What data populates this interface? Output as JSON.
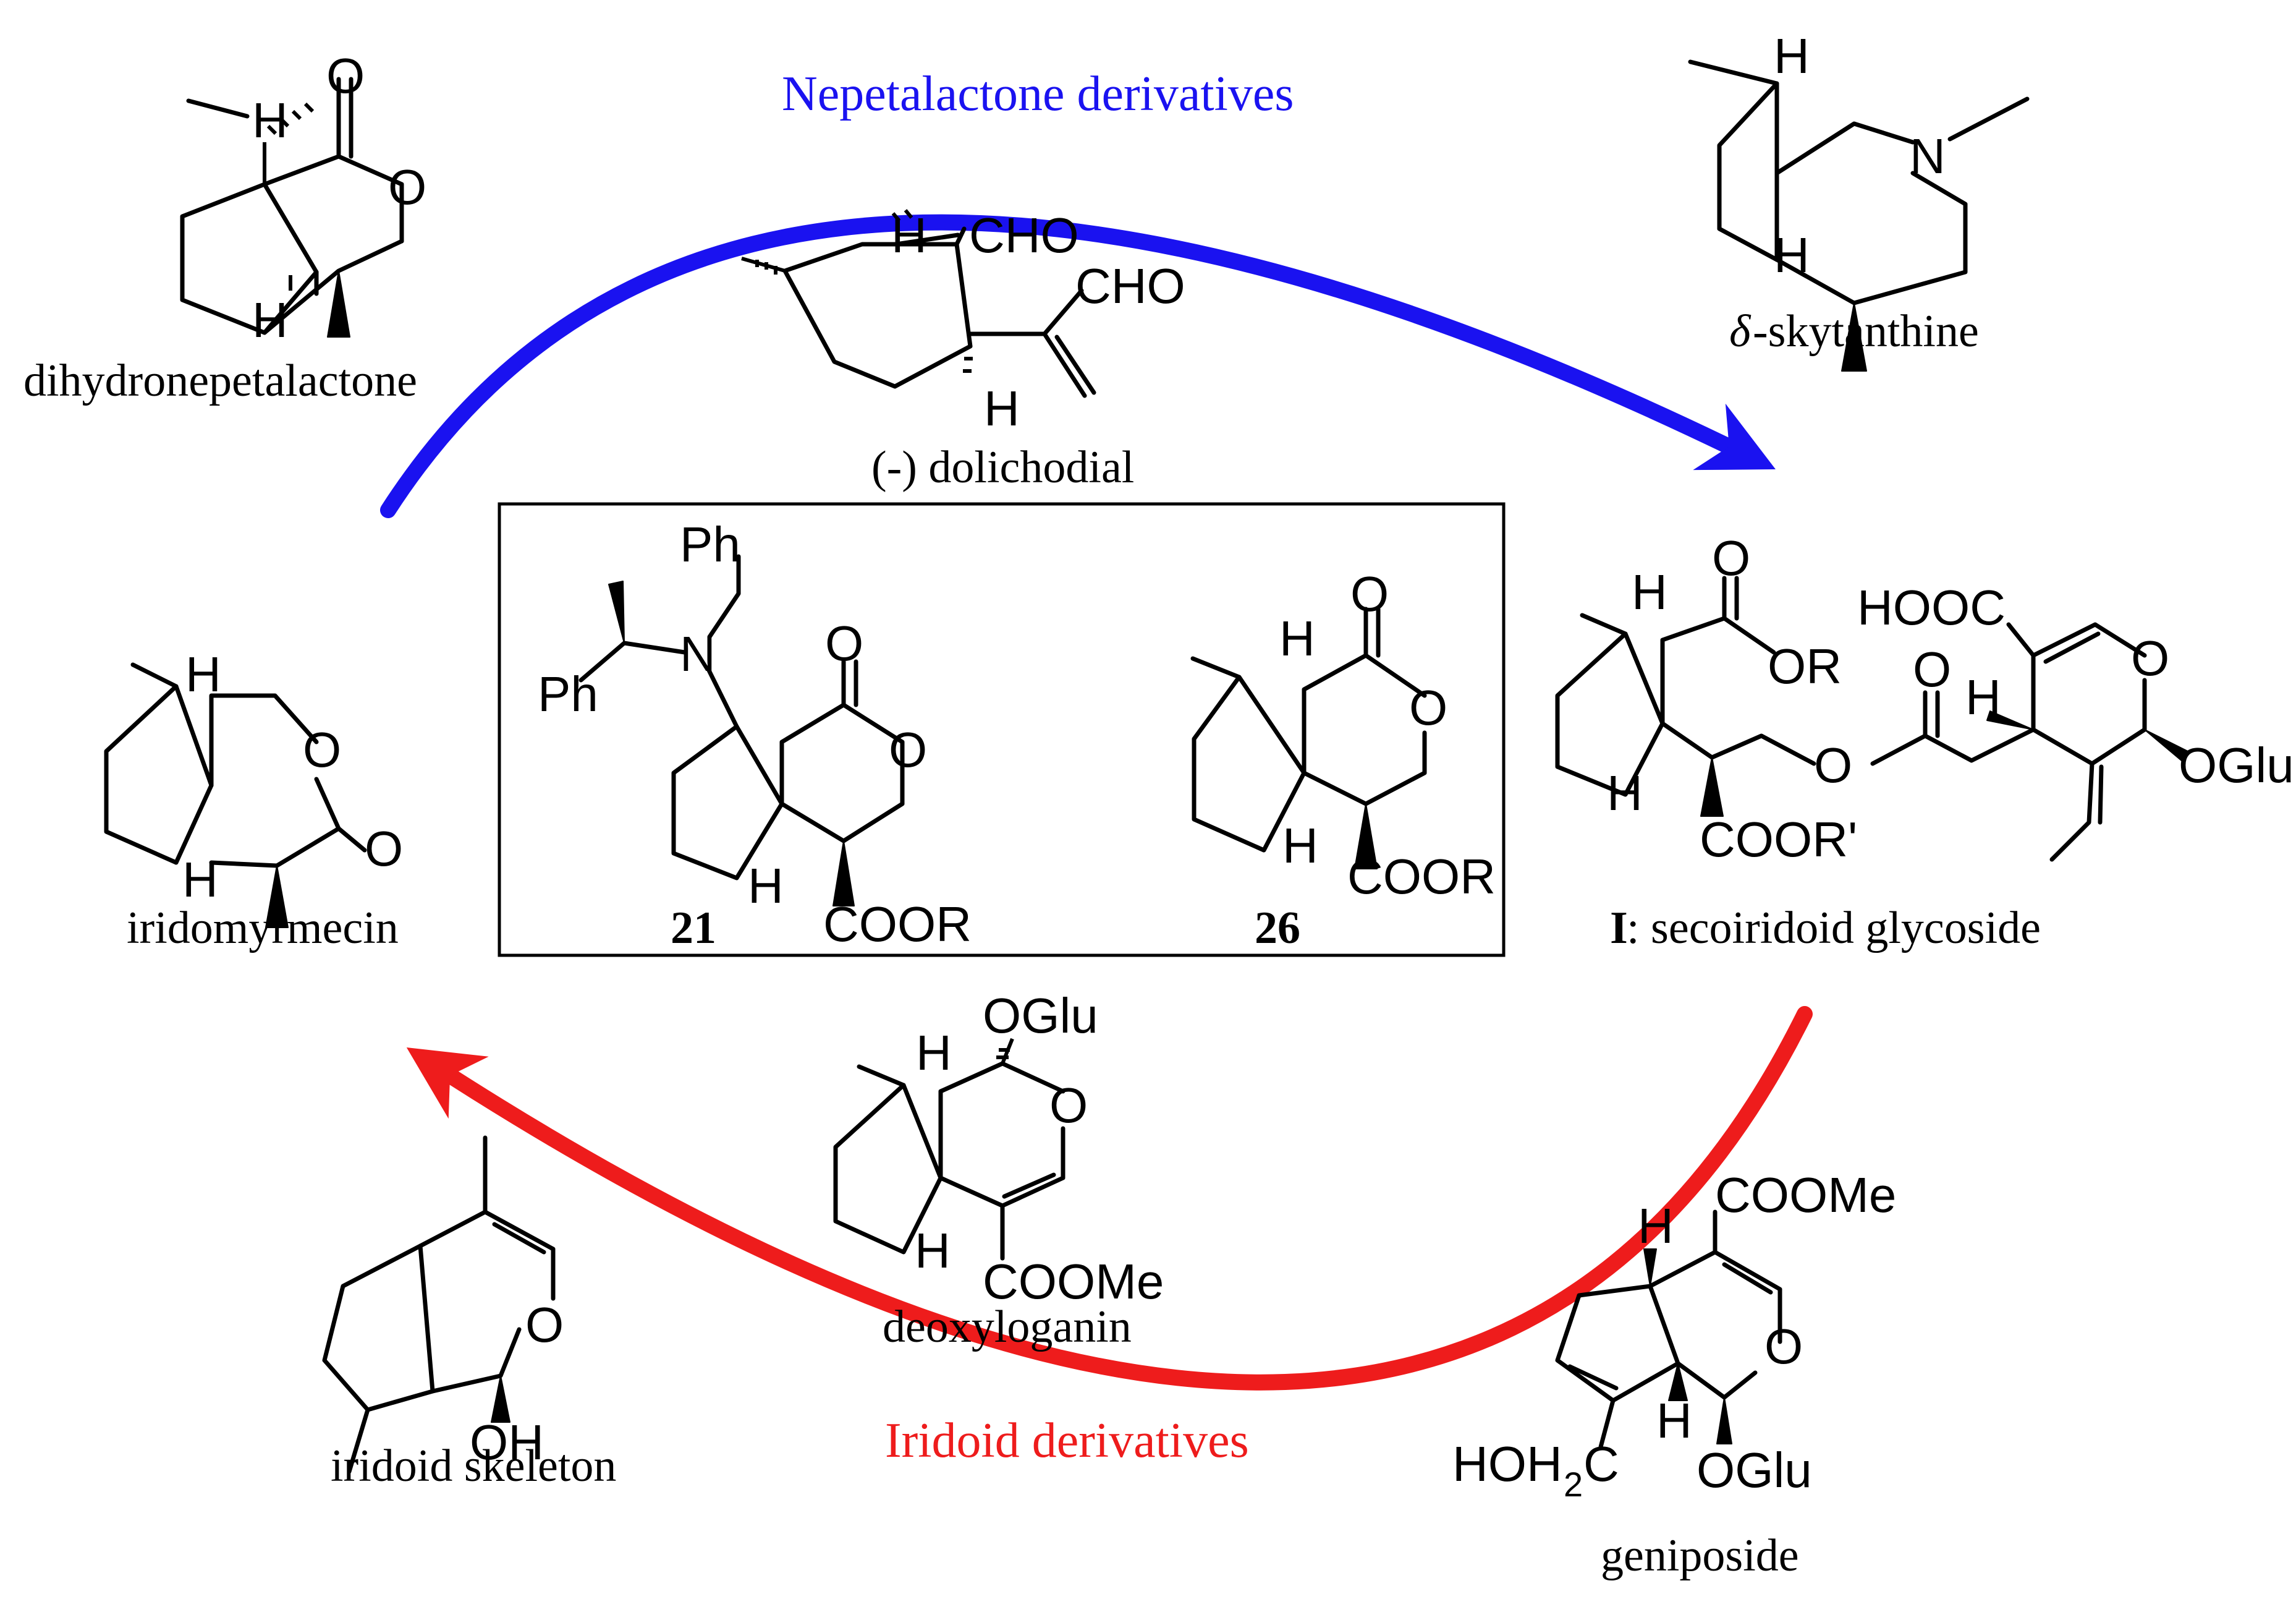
{
  "arrows": {
    "top": {
      "label": "Nepetalactone derivatives",
      "color": "#1a12f0"
    },
    "bottom": {
      "label": "Iridoid derivatives",
      "color": "#ee1c1c"
    }
  },
  "compounds": {
    "dihydronepetalactone": {
      "name": "dihydronepetalactone"
    },
    "dolichodial": {
      "name": "(-) dolichodial"
    },
    "skytanthine": {
      "prefix": "δ",
      "name": "-skytanthine"
    },
    "iridomyrmecin": {
      "name": "iridomyrmecin"
    },
    "compound_21": {
      "name": "21"
    },
    "compound_26": {
      "name": "26"
    },
    "secoiridoid": {
      "prefix": "I",
      "name": ": secoiridoid glycoside"
    },
    "deoxyloganin": {
      "name": "deoxyloganin"
    },
    "iridoid_skeleton": {
      "name": "iridoid skeleton"
    },
    "geniposide": {
      "name": "geniposide"
    }
  },
  "atoms": {
    "H": "H",
    "O": "O",
    "N": "N",
    "Ph": "Ph",
    "CHO": "CHO",
    "COOR": "COOR",
    "COORp": "COOR'",
    "OR": "OR",
    "HOOC": "HOOC",
    "OGlu": "OGlu",
    "COOMe": "COOMe",
    "OH": "OH",
    "HOH": "HOH",
    "sub2": "2",
    "C": "C"
  }
}
